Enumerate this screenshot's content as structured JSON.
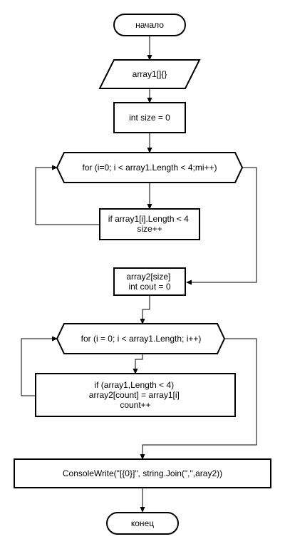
{
  "diagram": {
    "nodes": {
      "start": [
        "начало"
      ],
      "input_array": [
        "array1[]{}"
      ],
      "init_size": [
        "int size = 0"
      ],
      "loop1": [
        "for (i=0; i < array1.Length < 4;mi++)"
      ],
      "cond1": [
        "if array1[i].Length < 4",
        "size++"
      ],
      "alloc": [
        "array2[size]",
        "int cout = 0"
      ],
      "loop2": [
        "for (i = 0; i < array1.Length; i++)"
      ],
      "cond2": [
        "if (array1,Length < 4)",
        "array2[count] = array1[i]",
        "count++"
      ],
      "output": [
        "ConsoleWrite(\"[{0}]\", string.Join(\",\",aray2))"
      ],
      "end": [
        "конец"
      ]
    }
  }
}
